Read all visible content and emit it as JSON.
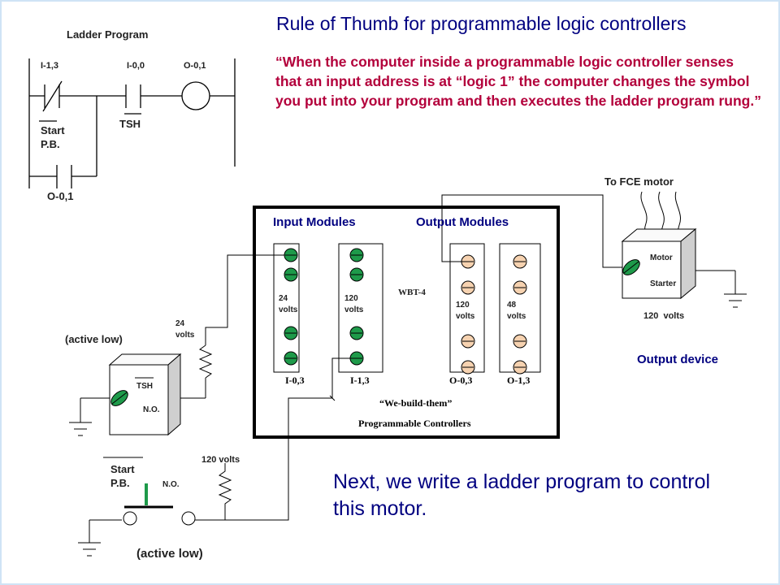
{
  "slide": {
    "title": "Rule of Thumb for programmable logic controllers",
    "quote": "“When the computer inside a programmable logic controller senses that an input address is at “logic 1” the computer changes the symbol you put into your program and then executes the ladder program rung.”",
    "next_text": "Next, we write a ladder program to control this motor."
  },
  "ladder": {
    "heading": "Ladder Program",
    "addr_left": "I-1,3",
    "addr_mid": "I-0,0",
    "addr_coil": "O-0,1",
    "start_label": "Start\nP.B.",
    "tsh_label": "TSH",
    "seal_label": "O-0,1"
  },
  "plc": {
    "input_header": "Input Modules",
    "output_header": "Output Modules",
    "wbt": "WBT-4",
    "mod1_volts": "24\nvolts",
    "mod2_volts": "120\nvolts",
    "mod3_volts": "120\nvolts",
    "mod4_volts": "48\nvolts",
    "addr1": "I-0,3",
    "addr2": "I-1,3",
    "addr3": "O-0,3",
    "addr4": "O-1,3",
    "maker": "“We-build-them”",
    "maker2": "Programmable Controllers"
  },
  "field": {
    "tsh_active": "(active low)",
    "tsh_volts": "24\nvolts",
    "tsh_box": "TSH",
    "tsh_no": "N.O.",
    "pb_label": "Start\nP.B.",
    "pb_no": "N.O.",
    "pb_volts": "120 volts",
    "pb_active": "(active low)",
    "fce": "To FCE motor",
    "motor": "Motor",
    "starter": "Starter",
    "motor_volts": "120  volts",
    "output_device": "Output device"
  },
  "colors": {
    "title": "#000080",
    "quote": "#b3003b",
    "led_green": "#1e9a4a",
    "led_orange": "#f6d2b0"
  }
}
